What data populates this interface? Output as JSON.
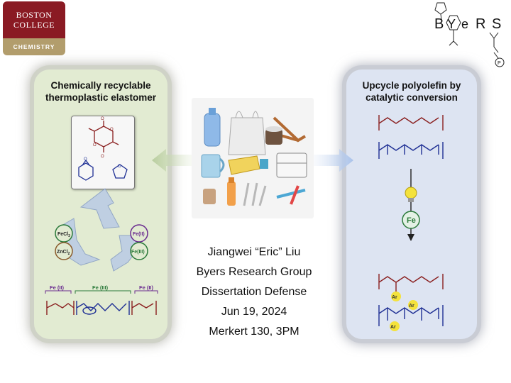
{
  "logos": {
    "bc_line1": "BOSTON",
    "bc_line2": "COLLEGE",
    "bc_dept": "CHEMISTRY",
    "byers_letters": [
      "B",
      "Y",
      "e",
      "R",
      "S"
    ]
  },
  "left_panel": {
    "title_line1": "Chemically recyclable",
    "title_line2": "thermoplastic elastomer",
    "cycle_labels": {
      "fecl3": "FeCl",
      "fecl3_sub": "3",
      "zncl2": "ZnCl",
      "zncl2_sub": "2",
      "fe2": "Fe(II)",
      "fe3": "Fe(III)"
    },
    "block_labels": [
      "Fe (II)",
      "Fe (III)",
      "Fe (II)"
    ]
  },
  "right_panel": {
    "title_line1": "Upcycle polyolefin by",
    "title_line2": "catalytic conversion",
    "catalyst": "Fe",
    "aryl_label": "Ar"
  },
  "info": {
    "name": "Jiangwei “Eric” Liu",
    "group": "Byers Research Group",
    "event": "Dissertation Defense",
    "date": "Jun 19, 2024",
    "location": "Merkert 130, 3PM"
  },
  "colors": {
    "bc_maroon": "#8a1a23",
    "bc_gold": "#b29d6c",
    "polymer_red": "#8a1f1f",
    "polymer_blue": "#1e2f94",
    "fe_green": "#2b7a3a",
    "fe_purple": "#6a2b8f",
    "bulb_yellow": "#f4e23c"
  }
}
